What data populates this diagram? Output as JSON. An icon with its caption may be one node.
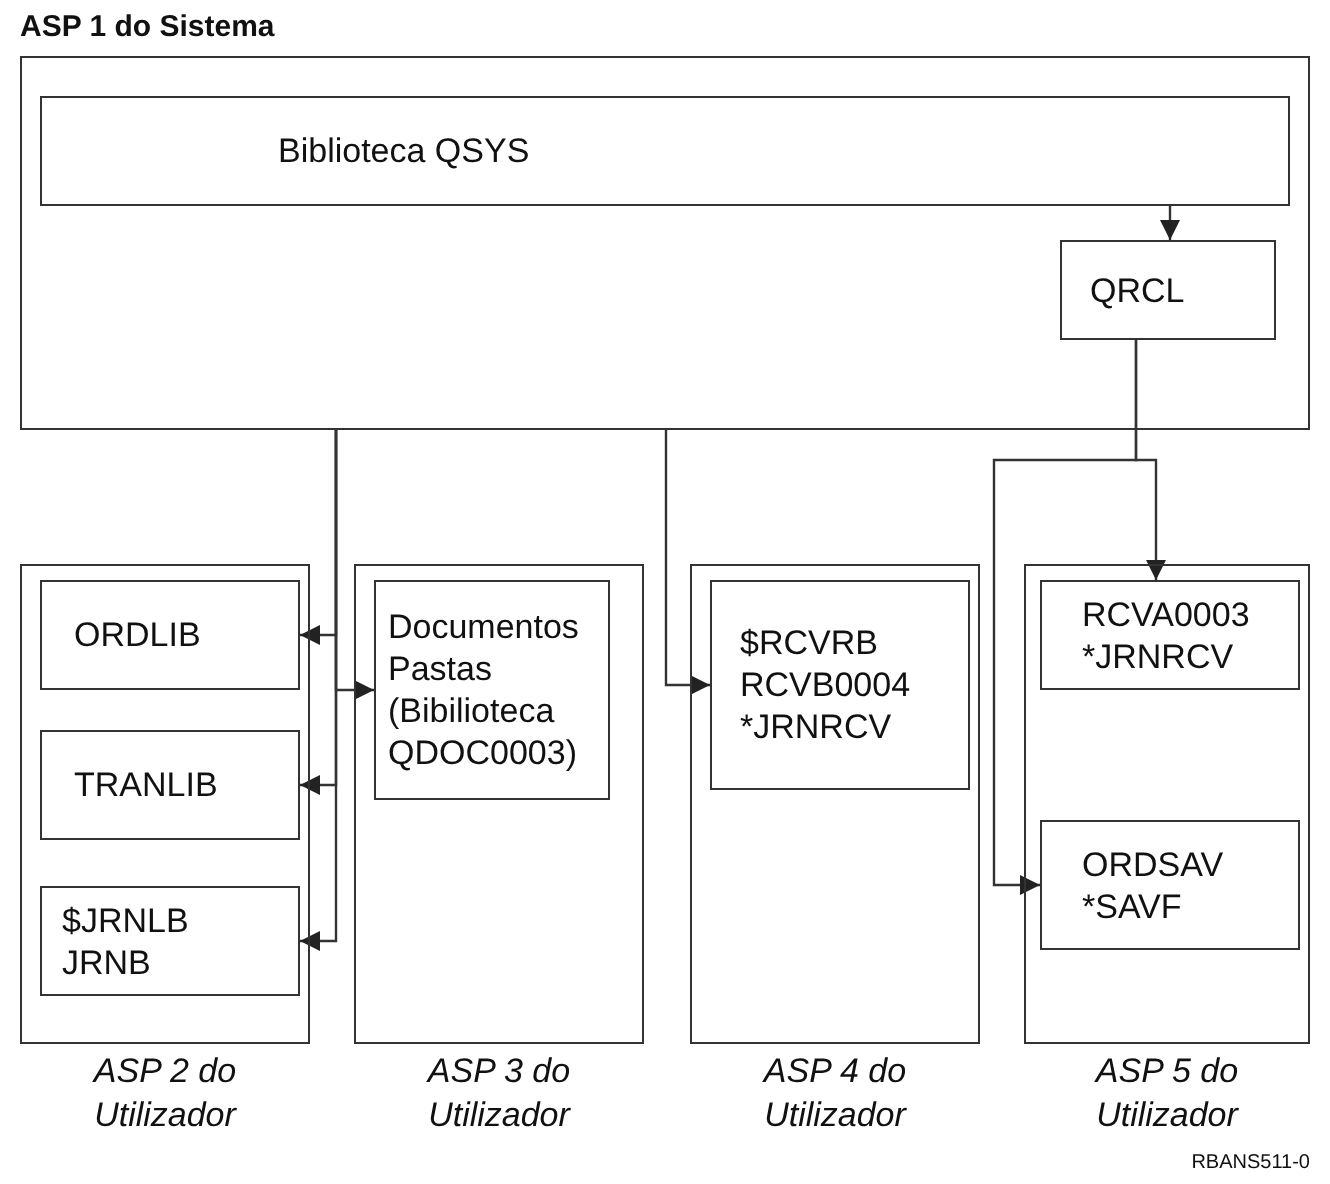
{
  "diagram": {
    "nodes": [
      {
        "text": [
          "ASP 1 do Sistema"
        ]
      },
      {
        "text": [
          "Biblioteca QSYS"
        ],
        "in": 0
      },
      {
        "text": [
          "QRCL"
        ],
        "in": 0
      },
      {
        "text": [
          "ASP 2 do Utilizador"
        ]
      },
      {
        "text": [
          "ORDLIB"
        ],
        "in": 3
      },
      {
        "text": [
          "TRANLIB"
        ],
        "in": 3
      },
      {
        "text": [
          "$JRNLB JRNB"
        ],
        "in": 3
      },
      {
        "text": [
          "ASP 3 do Utilizador"
        ]
      },
      {
        "text": [
          "Documentos Pastas (Bibilioteca QDOC0003)"
        ],
        "in": 7
      },
      {
        "text": [
          "ASP 4 do Utilizador"
        ]
      },
      {
        "text": [
          "$RCVRB RCVB0004 *JRNRCV"
        ],
        "in": 9
      },
      {
        "text": [
          "ASP 5 do Utilizador"
        ]
      },
      {
        "text": [
          "RCVA0003 *JRNRCV"
        ],
        "in": 11
      },
      {
        "text": [
          "ORDSAV *SAVF"
        ],
        "in": 11
      }
    ],
    "edges": [
      {
        "from": 1,
        "to": 2,
        "arrow": "to"
      },
      {
        "from": 0,
        "to": 4,
        "arrow": "to"
      },
      {
        "from": 0,
        "to": 5,
        "arrow": "to"
      },
      {
        "from": 0,
        "to": 6,
        "arrow": "to"
      },
      {
        "from": 0,
        "to": 8,
        "arrow": "to"
      },
      {
        "from": 0,
        "to": 10,
        "arrow": "to"
      },
      {
        "from": 2,
        "to": 12,
        "arrow": "to"
      },
      {
        "from": 2,
        "to": 13,
        "arrow": "to"
      }
    ],
    "labels": [
      "RBANS511-0"
    ]
  }
}
